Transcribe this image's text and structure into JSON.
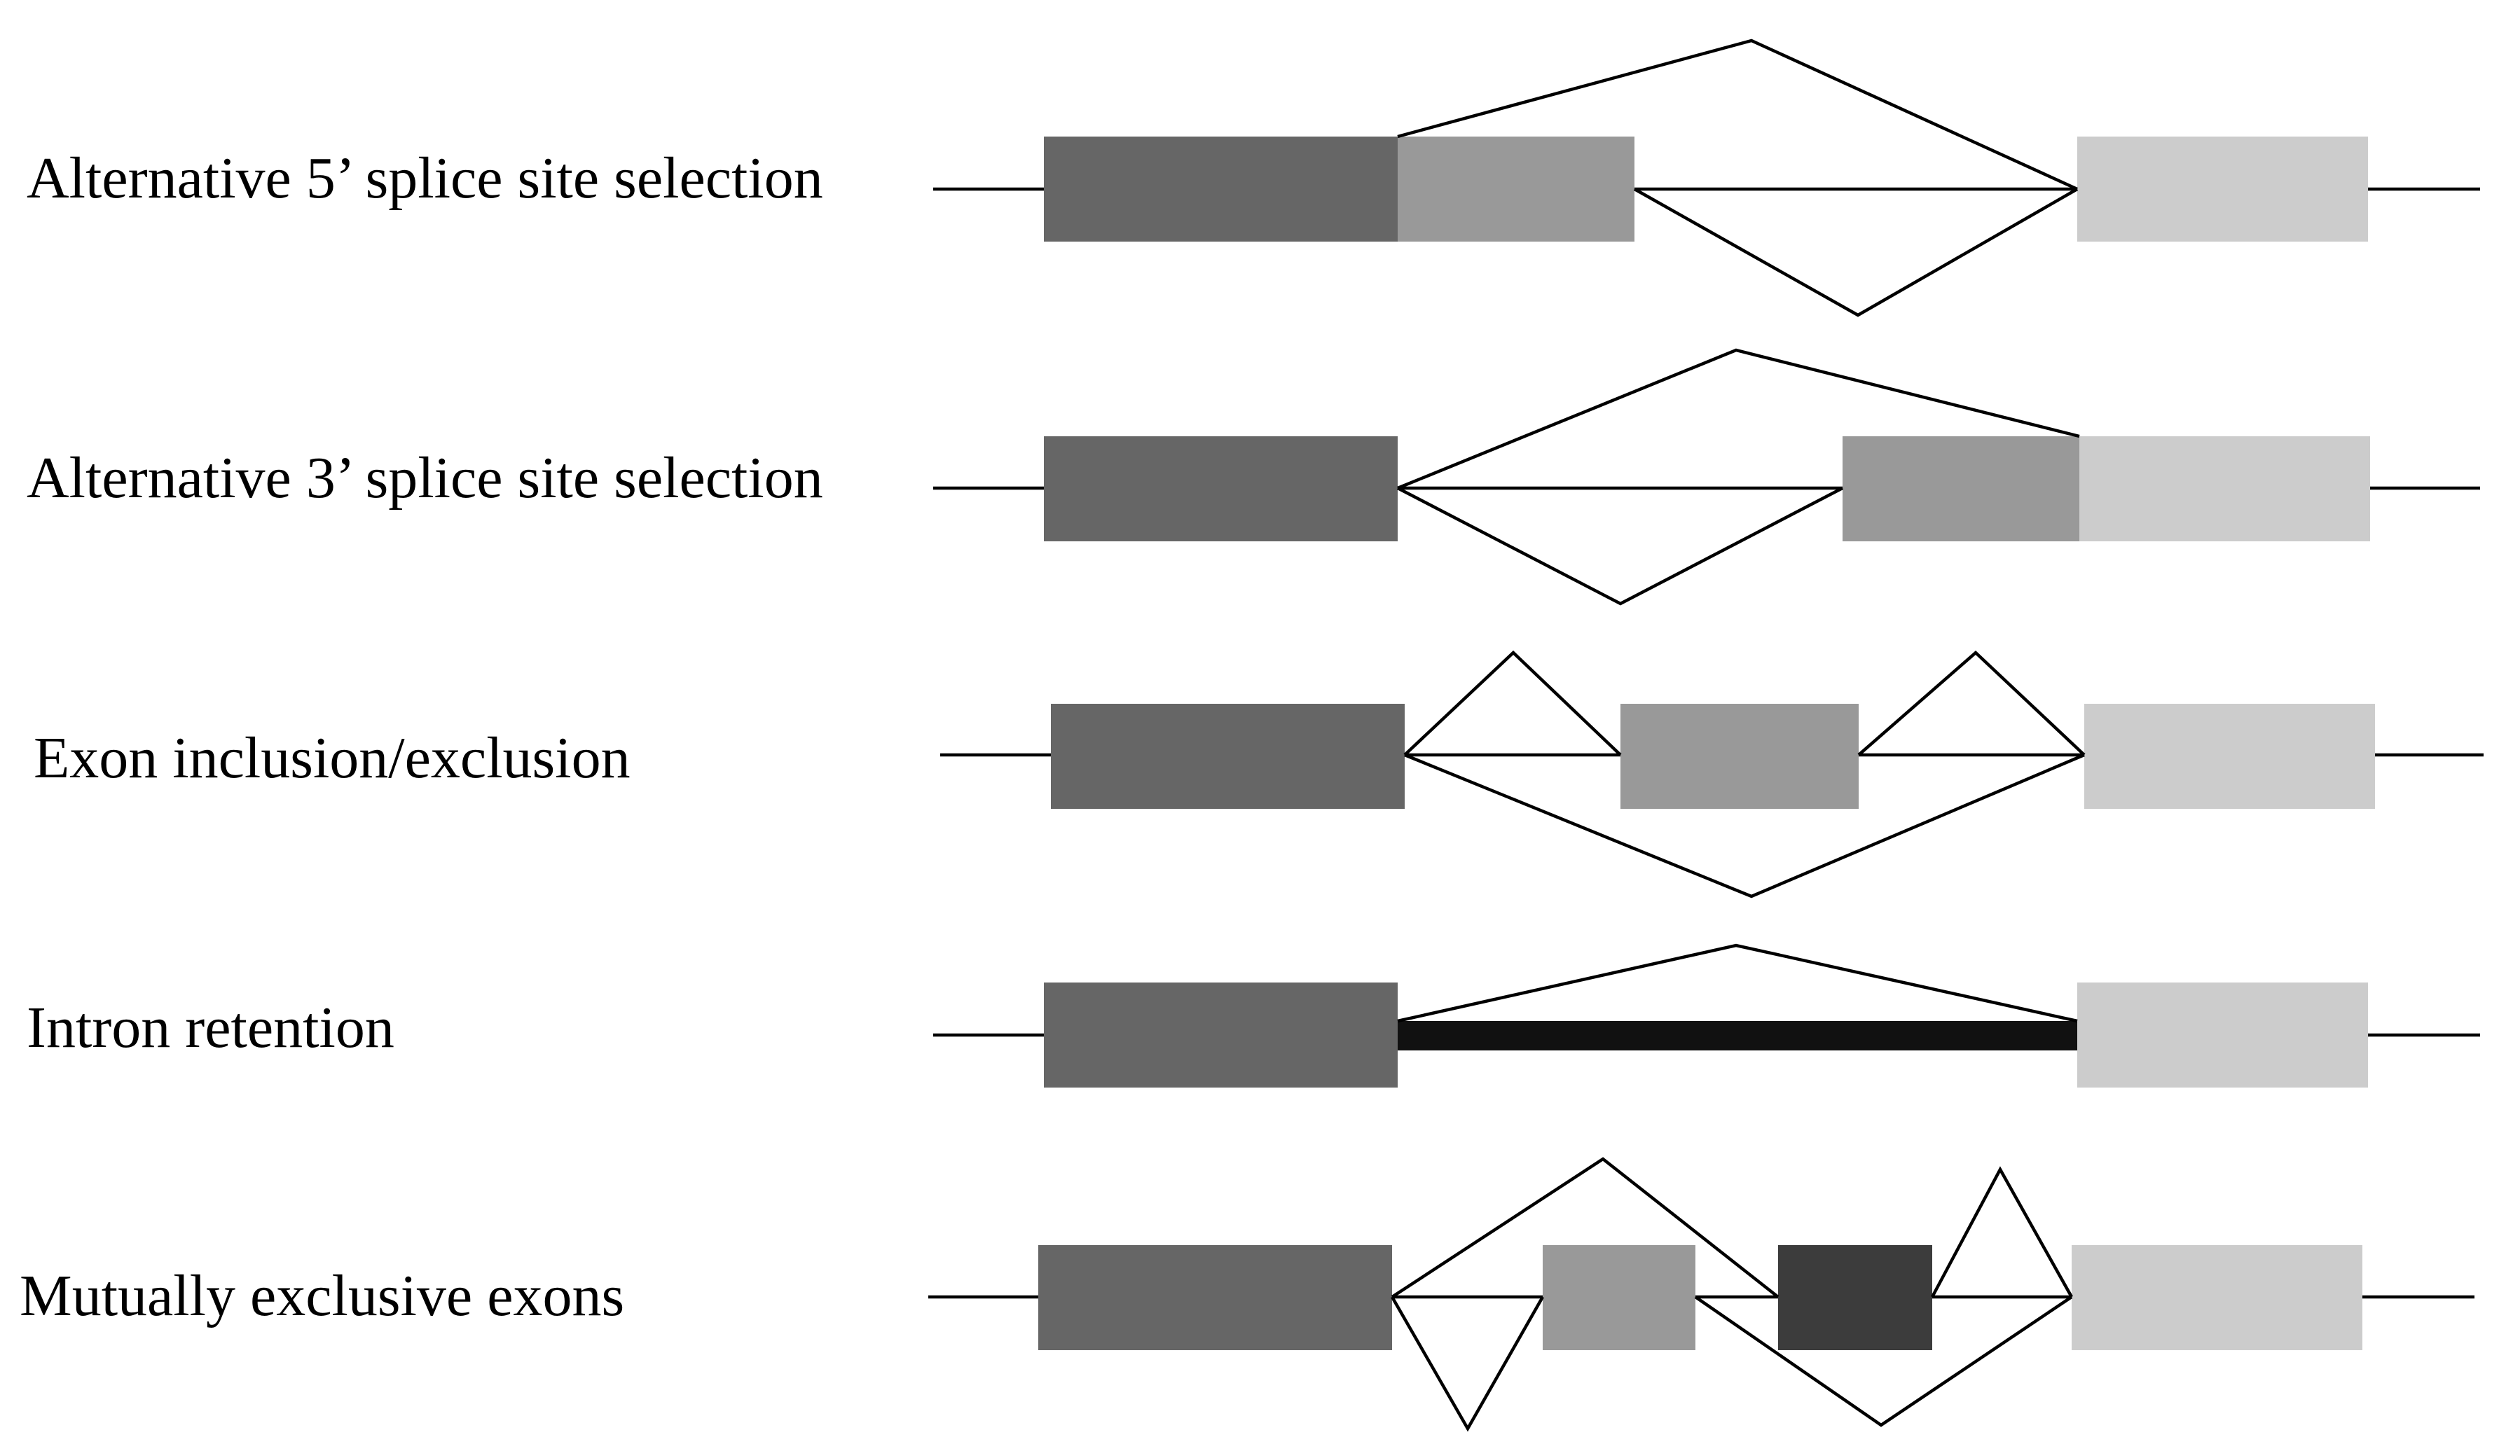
{
  "colors": {
    "exon_dark": "#666666",
    "exon_medium": "#999999",
    "exon_light": "#cccccc",
    "exon_darkest": "#3c3c3c",
    "retained_intron": "#111111",
    "line": "#000000"
  },
  "rows": [
    {
      "id": "alt5",
      "label": "Alternative 5’ splice site selection"
    },
    {
      "id": "alt3",
      "label": "Alternative 3’ splice site selection"
    },
    {
      "id": "exon-skip",
      "label": "Exon inclusion/exclusion"
    },
    {
      "id": "intron-ret",
      "label": "Intron retention"
    },
    {
      "id": "mutex",
      "label": "Mutually exclusive exons"
    }
  ]
}
